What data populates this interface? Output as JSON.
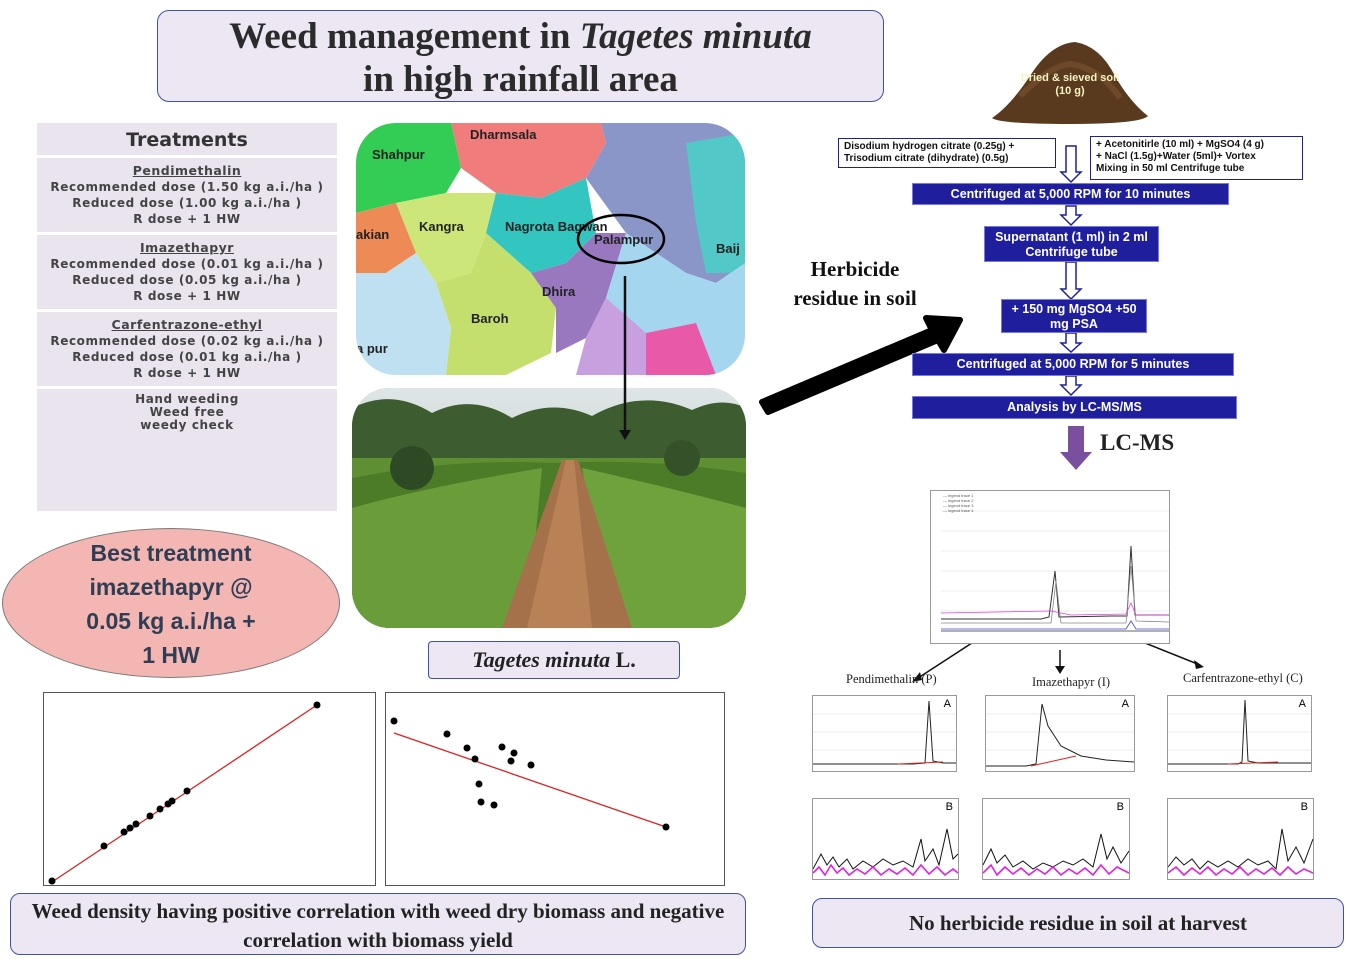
{
  "title": {
    "line1_prefix": "Weed management in ",
    "line1_italic": "Tagetes minuta",
    "line2": "in high rainfall area"
  },
  "treatments": {
    "header": "Treatments",
    "groups": [
      {
        "name": "Pendimethalin",
        "rows": [
          "Recommended dose (1.50 kg a.i./ha )",
          "Reduced dose (1.00 kg a.i./ha )",
          "R dose + 1 HW"
        ]
      },
      {
        "name": "Imazethapyr",
        "rows": [
          "Recommended dose (0.01 kg a.i./ha )",
          "Reduced dose (0.05 kg a.i./ha )",
          "R dose + 1 HW"
        ]
      },
      {
        "name": "Carfentrazone-ethyl",
        "rows": [
          "Recommended dose (0.02 kg a.i./ha )",
          "Reduced dose (0.01 kg a.i./ha )",
          "R dose + 1 HW"
        ]
      }
    ],
    "others": [
      "Hand weeding",
      "Weed free",
      "weedy check"
    ]
  },
  "best_treatment": {
    "line1": "Best treatment",
    "line2": "imazethapyr @",
    "line3": "0.05 kg a.i./ha +",
    "line4": "1 HW"
  },
  "map": {
    "regions": [
      "Dharmsala",
      "Shahpur",
      "Kangra",
      "Nagrota Bagwan",
      "Palampur",
      "Baij",
      "akian",
      "Dhira",
      "Baroh",
      "a pur"
    ]
  },
  "photo_caption": {
    "italic": "Tagetes minuta",
    "normal": " L."
  },
  "soil_label": "Dried & sieved soil (10 g)",
  "reagents": {
    "left": [
      "Disodium hydrogen citrate (0.25g) +",
      "Trisodium citrate (dihydrate) (0.5g)"
    ],
    "right": [
      "+ Acetonitirle (10 ml) + MgSO4 (4 g)",
      "+ NaCl (1.5g)+Water (5ml)+ Vortex",
      "Mixing in 50 ml Centrifuge tube"
    ]
  },
  "flow_steps": [
    "Centrifuged at 5,000 RPM for 10 minutes",
    "Supernatant (1 ml) in 2 ml Centrifuge tube",
    "+ 150 mg MgSO4 +50 mg PSA",
    "Centrifuged at 5,000 RPM for 5 minutes",
    "Analysis by LC-MS/MS"
  ],
  "herbicide_label": "Herbicide residue in soil",
  "lcms_label": "LC-MS",
  "chromatograms": {
    "labels": [
      "Pendimethalin (P)",
      "Imazethapyr (I)",
      "Carfentrazone-ethyl (C)"
    ],
    "panel_a": "A",
    "panel_b": "B"
  },
  "bottom_left": "Weed density having positive correlation with weed dry biomass and negative correlation with biomass yield",
  "bottom_right": "No herbicide residue in soil at harvest",
  "colors": {
    "box_fill": "#ece7f2",
    "box_border": "#3f51a3",
    "flow_fill": "#1f1f9e",
    "best_fill": "#f4b6b2",
    "arrow_purple": "#7a4fa0"
  }
}
